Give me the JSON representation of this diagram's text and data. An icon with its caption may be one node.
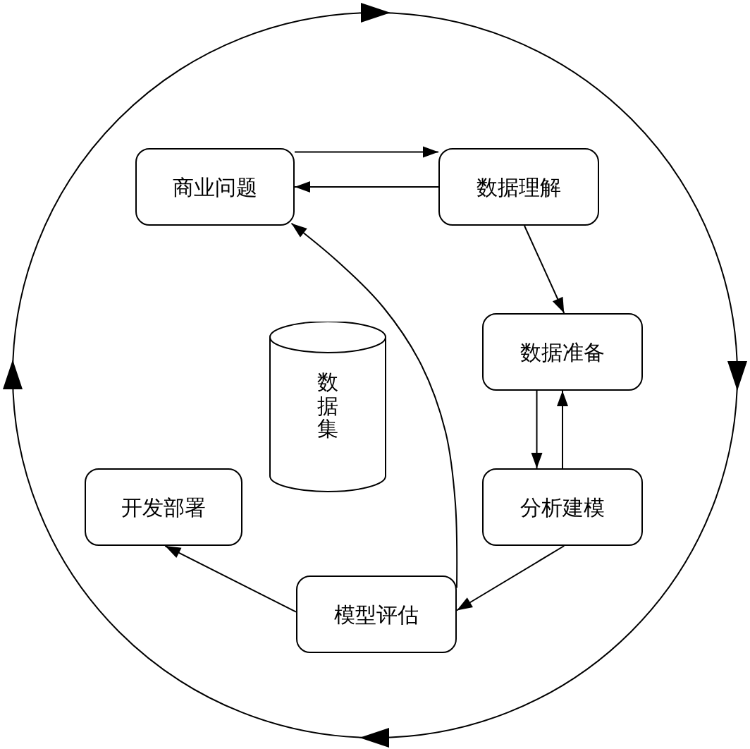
{
  "diagram": {
    "nodes": [
      {
        "text": [
          "商业问题"
        ]
      },
      {
        "text": [
          "数据理解"
        ]
      },
      {
        "text": [
          "数据准备"
        ]
      },
      {
        "text": [
          "分析建模"
        ]
      },
      {
        "text": [
          "模型评估"
        ]
      },
      {
        "text": [
          "开发部署"
        ]
      },
      {
        "text": [
          "数据集"
        ]
      }
    ],
    "edges": [
      {
        "from": 0,
        "to": 1,
        "arrow": "to"
      },
      {
        "from": 1,
        "to": 0,
        "arrow": "to"
      },
      {
        "from": 1,
        "to": 2,
        "arrow": "to"
      },
      {
        "from": 2,
        "to": 3,
        "arrow": "to"
      },
      {
        "from": 3,
        "to": 2,
        "arrow": "to"
      },
      {
        "from": 3,
        "to": 4,
        "arrow": "to"
      },
      {
        "from": 4,
        "to": 5,
        "arrow": "to"
      },
      {
        "from": 4,
        "to": 0,
        "arrow": "to"
      }
    ]
  }
}
